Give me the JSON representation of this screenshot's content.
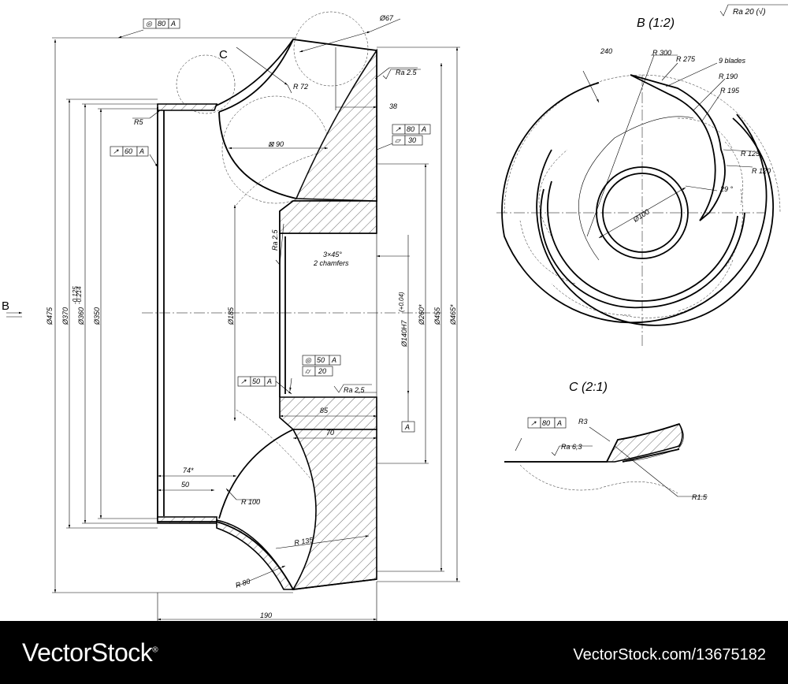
{
  "drawing": {
    "view_b_title": "B (1:2)",
    "view_c_title": "C (2:1)",
    "section_c_marker": "C",
    "view_arrow_b": "B",
    "surface_finish_general": "Ra 20 (√)",
    "dims_main": {
      "d67": "Ø67",
      "r72": "R 72",
      "ra25_top": "Ra 2.5",
      "d38": "38",
      "r5": "R5",
      "d90": "⊠ 90",
      "ra25_bore": "Ra 2.5",
      "chamfer1": "3×45°",
      "chamfer2": "2 chamfers",
      "d475": "Ø475",
      "d370": "Ø370",
      "d360": "Ø360",
      "d360_tol_upper": "-0.125",
      "d360_tol_lower": "-0.214",
      "d350": "Ø350",
      "d185": "Ø185",
      "d140": "Ø140H7",
      "d140_tol": "(+0.04)",
      "d260": "Ø260*",
      "d455": "Ø455",
      "d465": "Ø465*",
      "ra25_low": "Ra 2,5",
      "d85": "85",
      "d70": "70",
      "d74": "74*",
      "d50": "50",
      "r100": "R 100",
      "r135": "R 135",
      "r80": "R 80",
      "d190": "190"
    },
    "frames_main": {
      "top_sym": "◎",
      "top_val": "80",
      "top_datum": "A",
      "mid_sym": "↗",
      "mid_val": "80",
      "mid_datum": "A",
      "flat_sym": "▱",
      "flat_val": "30",
      "left_sym": "↗",
      "left_val": "60",
      "left_datum": "A",
      "conc_sym": "◎",
      "conc_val": "50",
      "conc_datum": "A",
      "cyl_sym": "⌭",
      "cyl_val": "20",
      "run_sym": "↗",
      "run_val": "50",
      "run_datum": "A",
      "datum_a": "A"
    },
    "dims_b": {
      "a240": "240",
      "r300": "R 300",
      "r275": "R 275",
      "blades": "9 blades",
      "r190": "R 190",
      "r195": "R 195",
      "r125": "R 125",
      "r120": "R 120",
      "a29": "29 °",
      "d100": "Ø100"
    },
    "dims_c": {
      "frame_sym": "↗",
      "frame_val": "80",
      "frame_datum": "A",
      "r3": "R3",
      "ra63": "Ra 6,3",
      "r15": "R1.5"
    }
  },
  "footer": {
    "logo": "VectorStock",
    "logo_mark": "®",
    "image_id": "VectorStock.com/13675182"
  }
}
